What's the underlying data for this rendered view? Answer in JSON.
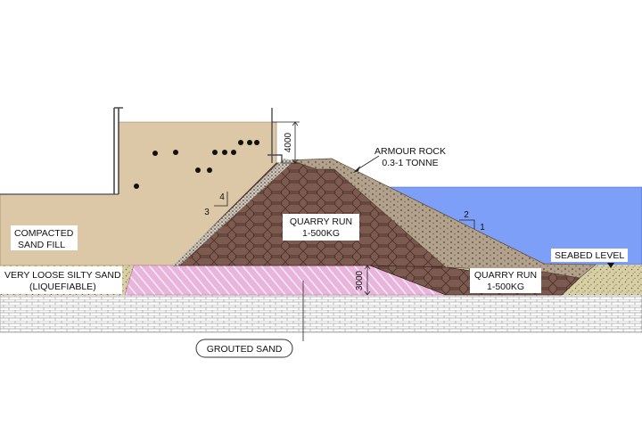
{
  "labels": {
    "armour_rock_line1": "ARMOUR ROCK",
    "armour_rock_line2": "0.3-1 TONNE",
    "quarry_run_main_line1": "QUARRY RUN",
    "quarry_run_main_line2": "1-500KG",
    "quarry_run_toe_line1": "QUARRY RUN",
    "quarry_run_toe_line2": "1-500KG",
    "compacted_line1": "COMPACTED",
    "compacted_line2": "SAND FILL",
    "loose_line1": "VERY LOOSE SILTY SAND",
    "loose_line2": "(LIQUEFIABLE)",
    "seabed": "SEABED LEVEL",
    "grouted": "GROUTED SAND"
  },
  "dimensions": {
    "wall_height": "4000",
    "grout_depth": "3000"
  },
  "slopes": {
    "backslope_rise": "4",
    "backslope_run": "3",
    "seaward_rise": "1",
    "seaward_run": "2"
  },
  "colors": {
    "sand_fill": "#dcc7a6",
    "quarry_run": "#7d5a50",
    "armour_rock": "#b3a38e",
    "sea": "#7d9ff7",
    "grouted_sand": "#e9b5dc",
    "bedrock_grid": "#9a9a9a",
    "silty_sand": "#d9cfa4"
  }
}
